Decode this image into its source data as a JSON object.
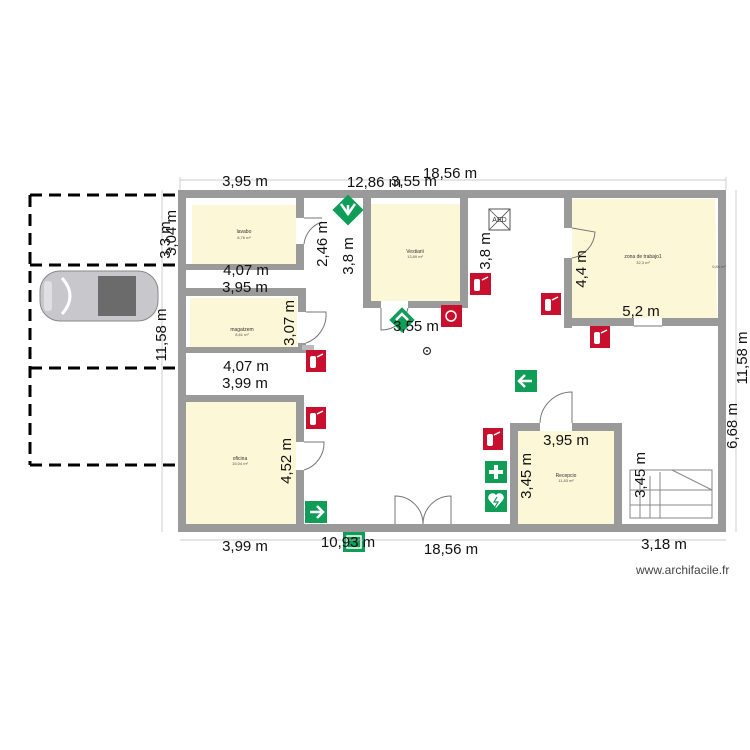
{
  "plan": {
    "watermark": "www.archifacile.fr",
    "colors": {
      "wall": "#9a9a9a",
      "room": "#fcf7d6",
      "exit": "#0f9d58",
      "fire": "#c8102e"
    },
    "rooms": [
      {
        "name": "lavabo",
        "area": "8,76 m²"
      },
      {
        "name": "Vestiarii",
        "area": "13,89 m²"
      },
      {
        "name": "zona de trabajo1",
        "area": "32,3 m²"
      },
      {
        "name": "magatzem",
        "area": "8,61 m²"
      },
      {
        "name": "oficina",
        "area": "15,04 m²"
      },
      {
        "name": "Recepcio",
        "area": "11,83 m²"
      }
    ],
    "extra_area": "0,84 m²",
    "aed_label": "AED",
    "dimensions": {
      "top_total": "18,56 m",
      "top_left": "3,95 m",
      "top_mid": "12,86 m",
      "top_mid2": "3,55 m",
      "left_a": "3,04 m",
      "left_b": "3,3 m",
      "left_total": "11,58 m",
      "right_total": "11,58 m",
      "lavabo_w": "4,07 m",
      "lavabo_h": "2,46 m",
      "mag_w": "3,95 m",
      "mag_h": "3,07 m",
      "mag_w2": "4,07 m",
      "ofi_w": "3,99 m",
      "ofi_h": "4,52 m",
      "vest_h_left": "3,8 m",
      "vest_h_right": "3,8 m",
      "vest_w": "3,55 m",
      "zona_h": "4,4 m",
      "zona_w": "5,2 m",
      "right_mid": "6,68 m",
      "rec_w": "3,95 m",
      "rec_h_left": "3,45 m",
      "rec_h_right": "3,45 m",
      "bottom_left": "3,99 m",
      "bottom_mid": "10,93 m",
      "bottom_total": "18,56 m",
      "bottom_right": "3,18 m"
    }
  }
}
